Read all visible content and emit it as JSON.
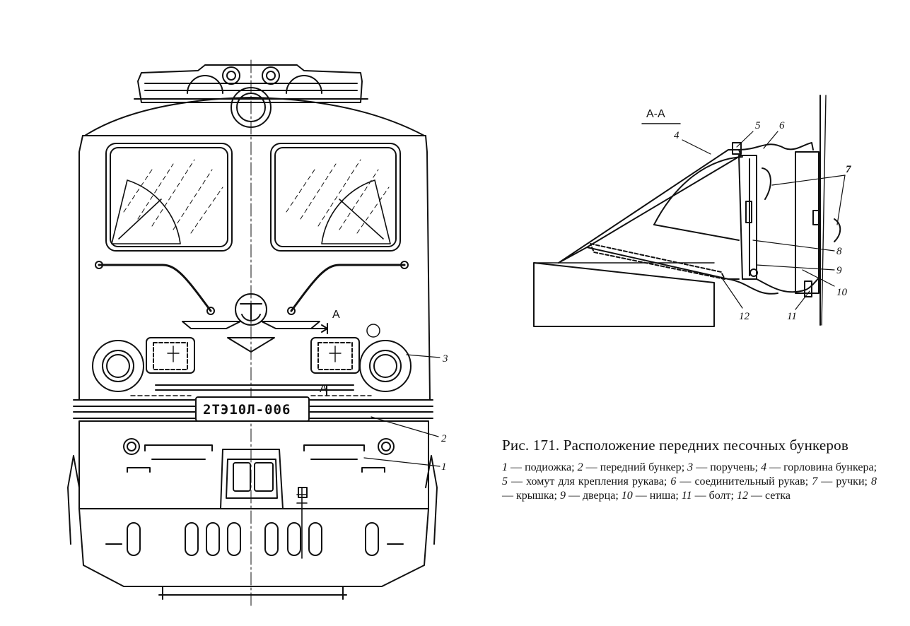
{
  "figure": {
    "plate_number": "2ТЭ10Л-006",
    "section_view": {
      "name": "А-А",
      "cut_letter": "А"
    },
    "title": "Рис. 171. Расположение передних песочных бункеров",
    "callouts": [
      "1",
      "2",
      "3",
      "4",
      "5",
      "6",
      "7",
      "8",
      "9",
      "10",
      "11",
      "12"
    ],
    "legend": [
      {
        "n": "1",
        "text": "подиожка"
      },
      {
        "n": "2",
        "text": "передний бункер"
      },
      {
        "n": "3",
        "text": "поручень"
      },
      {
        "n": "4",
        "text": "горловина бункера"
      },
      {
        "n": "5",
        "text": "хомут для крепления рукава"
      },
      {
        "n": "6",
        "text": "соединительный рукав"
      },
      {
        "n": "7",
        "text": "ручки"
      },
      {
        "n": "8",
        "text": "крышка"
      },
      {
        "n": "9",
        "text": "дверца"
      },
      {
        "n": "10",
        "text": "ниша"
      },
      {
        "n": "11",
        "text": "болт"
      },
      {
        "n": "12",
        "text": "сетка"
      }
    ]
  }
}
